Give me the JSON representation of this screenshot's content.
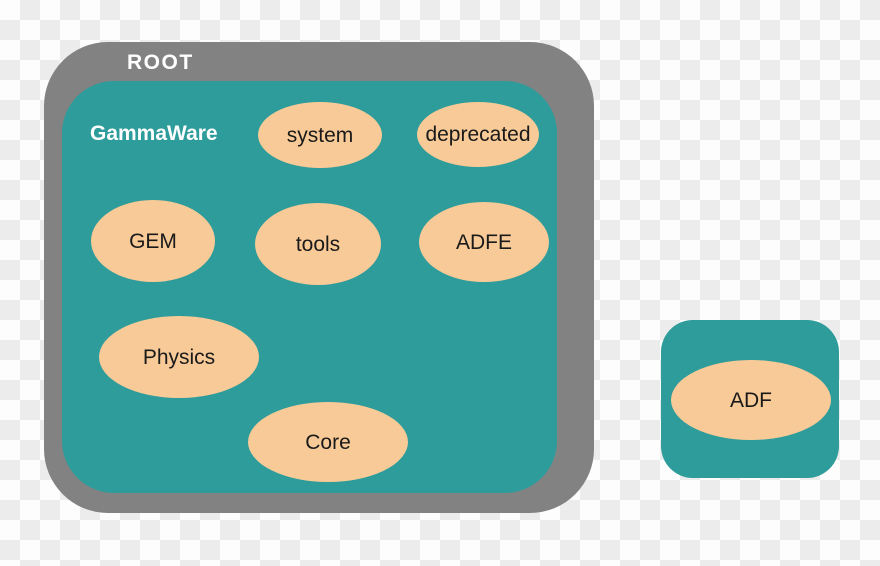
{
  "diagram": {
    "root": {
      "label": "ROOT",
      "gammaware": {
        "label": "GammaWare",
        "nodes": [
          {
            "label": "system"
          },
          {
            "label": "deprecated"
          },
          {
            "label": "GEM"
          },
          {
            "label": "tools"
          },
          {
            "label": "ADFE"
          },
          {
            "label": "Physics"
          },
          {
            "label": "Core"
          }
        ]
      }
    },
    "adf_package": {
      "node": {
        "label": "ADF"
      }
    }
  },
  "colors": {
    "teal": "#2E9C9A",
    "frame-gray": "#828282",
    "node-fill": "#F8CA97",
    "node-text": "#1A1A1A",
    "label-text": "#FFFFFF",
    "checker-light": "#FDFDFD",
    "checker-dark": "#ECECEC"
  }
}
